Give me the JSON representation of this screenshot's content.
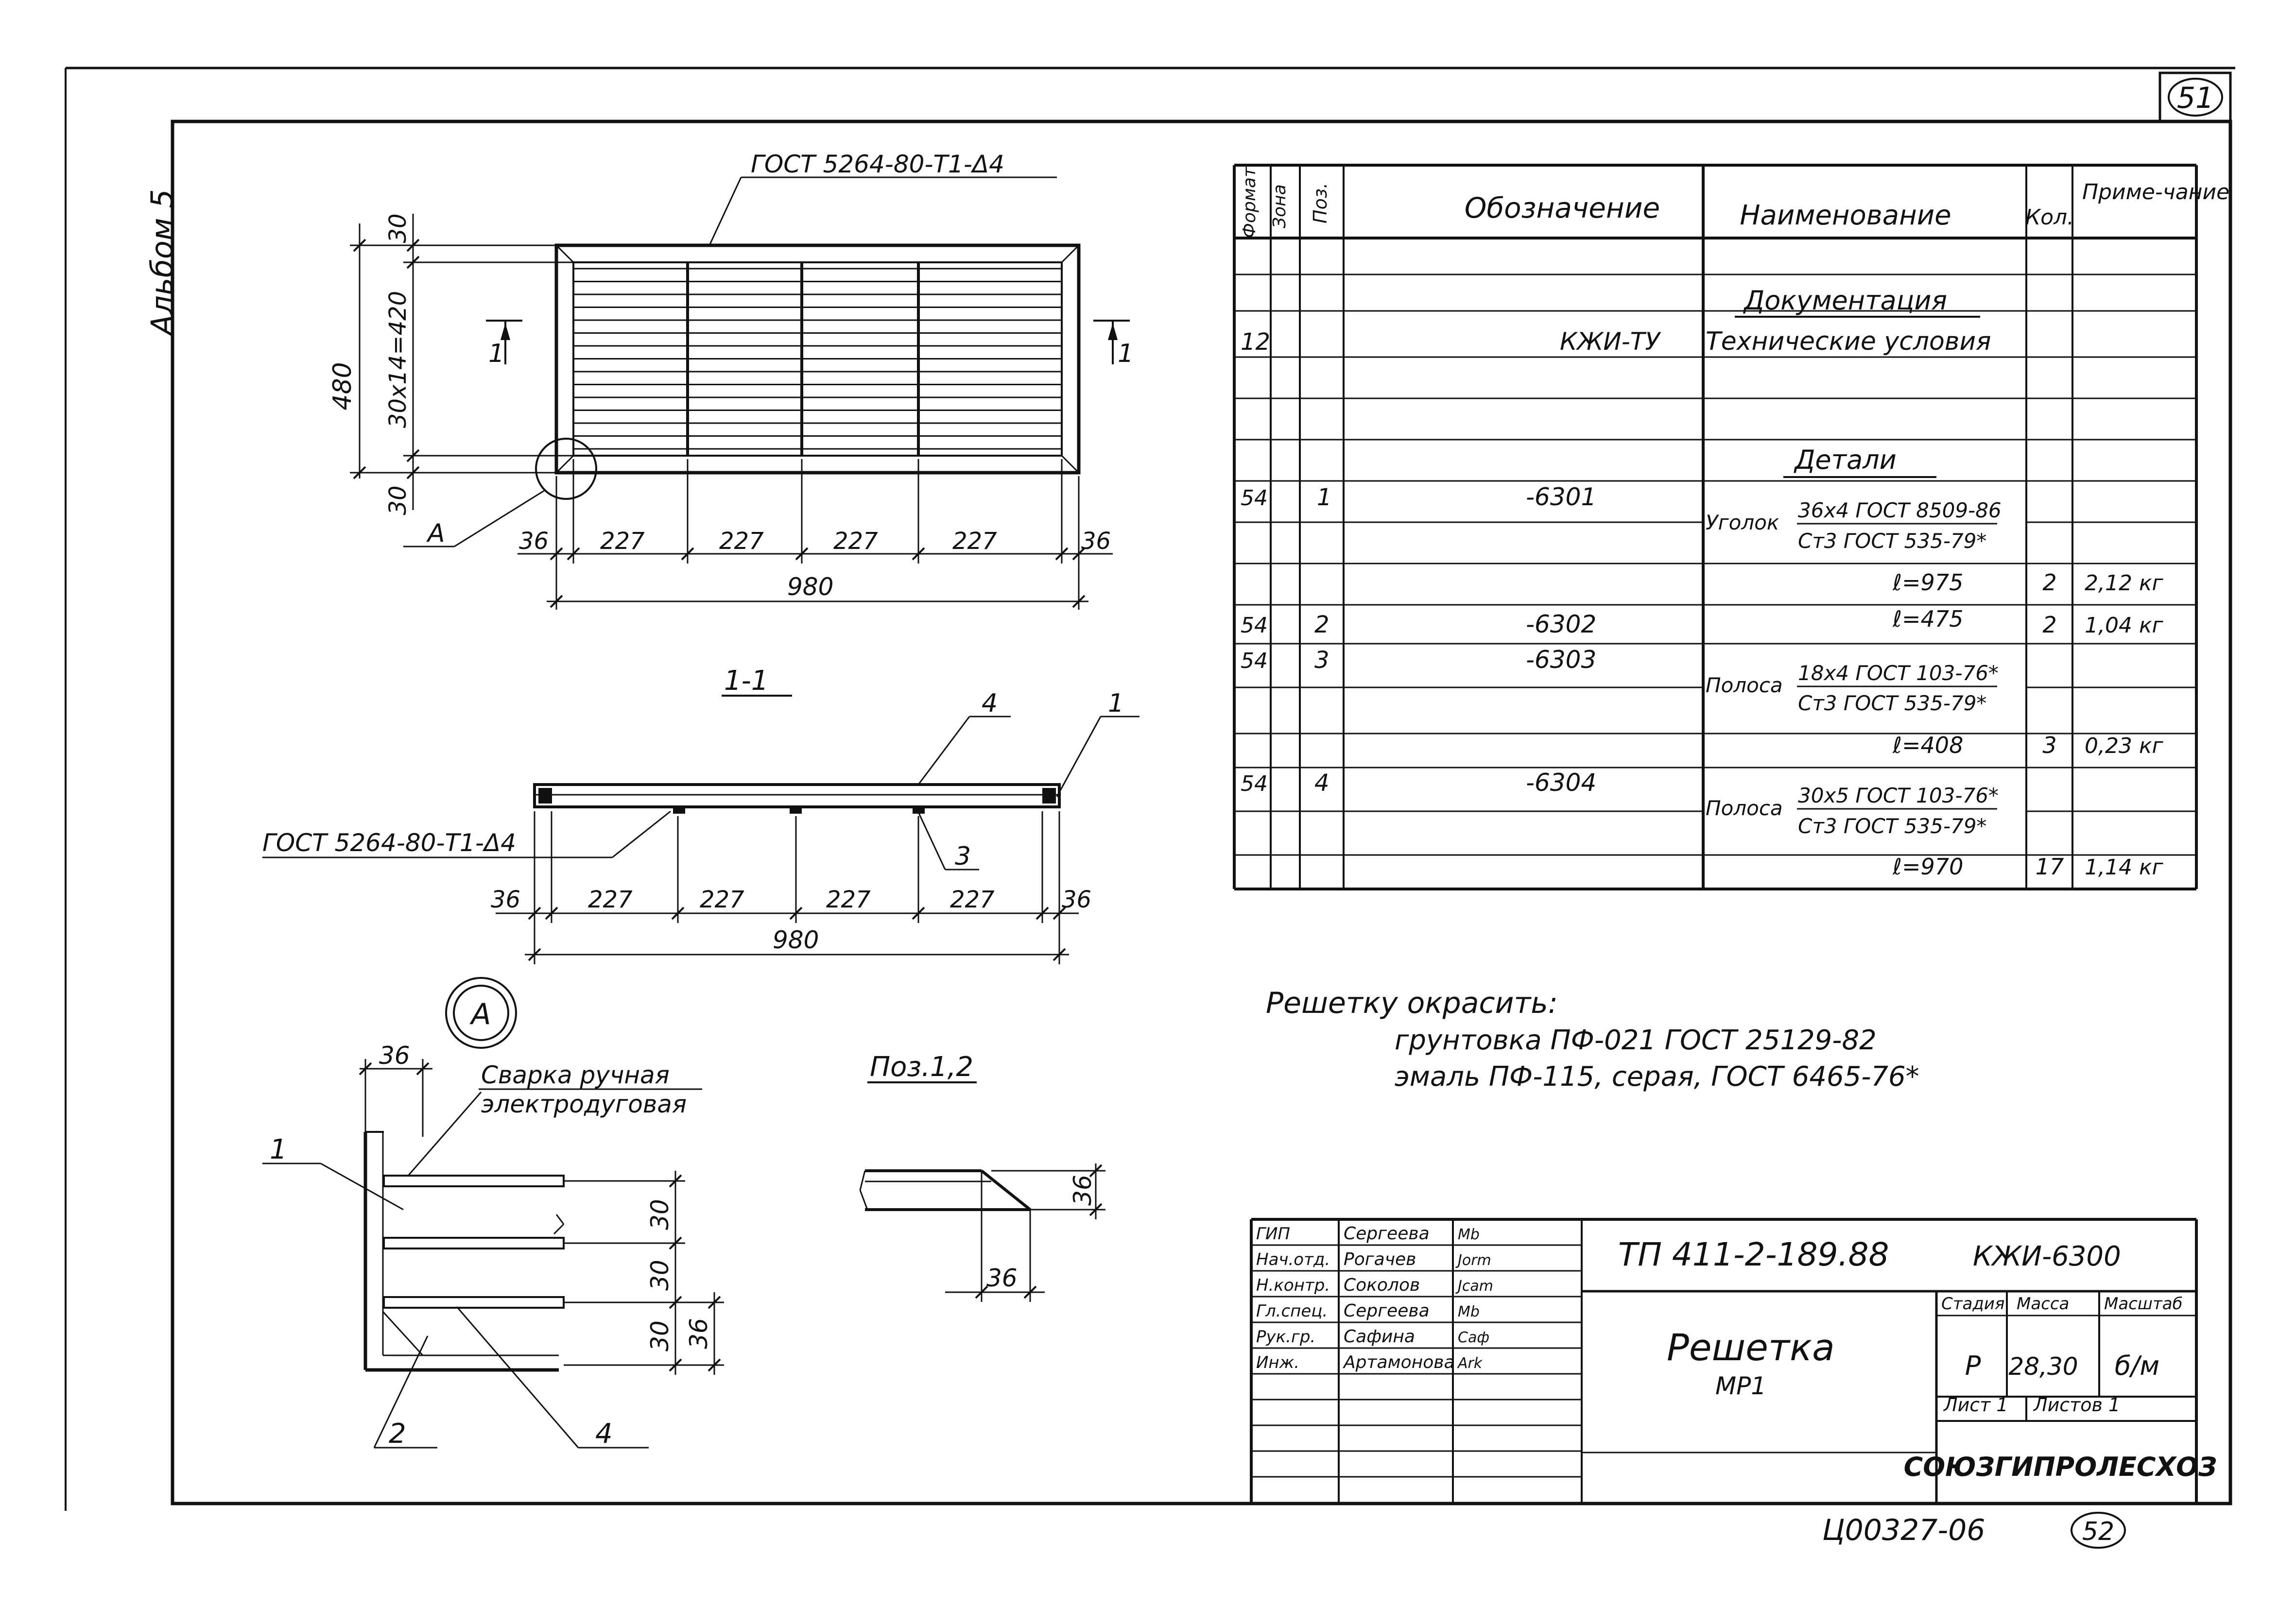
{
  "margin": {
    "album": "Альбом 5",
    "sheet_no_top": "51",
    "sheet_no_bottom": "52",
    "archive_no": "Ц00327-06"
  },
  "plan": {
    "weld_label_top": "ГОСТ 5264-80-Т1-Δ4",
    "dim_top": "30",
    "dim_mid": "30х14=420",
    "dim_bottom": "30",
    "dim_height": "480",
    "dim_end": "36",
    "dim_span": "227",
    "dim_total": "980",
    "section_mark": "1",
    "detail_mark": "А"
  },
  "section": {
    "title": "1-1",
    "weld_label": "ГОСТ 5264-80-Т1-Δ4",
    "pos_4": "4",
    "pos_1": "1",
    "pos_3": "3",
    "dim_end": "36",
    "dim_span": "227",
    "dim_total": "980"
  },
  "detail_a": {
    "circle_label": "А",
    "note_1": "Сварка ручная",
    "note_2": "электродуговая",
    "dim_36": "36",
    "dim_30": "30",
    "pos_1": "1",
    "pos_2": "2",
    "pos_4": "4"
  },
  "poz12": {
    "title": "Поз.1,2",
    "dim_36": "36"
  },
  "spec": {
    "headers": {
      "format": "Формат",
      "zone": "Зона",
      "pos": "Поз.",
      "designation": "Обозначение",
      "name": "Наименование",
      "qty": "Кол.",
      "note": "Приме-чание"
    },
    "section_docs": "Документация",
    "docs_row": {
      "format": "12",
      "designation": "КЖИ-ТУ",
      "name": "Технические условия"
    },
    "section_parts": "Детали",
    "rows": [
      {
        "format": "54",
        "pos": "1",
        "designation": "-6301",
        "name_prefix": "Уголок",
        "name_top": "36х4 ГОСТ 8509-86",
        "name_bottom": "Ст3 ГОСТ 535-79*",
        "length": "ℓ=975",
        "qty": "2",
        "note": "2,12 кг"
      },
      {
        "format": "54",
        "pos": "2",
        "designation": "-6302",
        "length": "ℓ=475",
        "qty": "2",
        "note": "1,04 кг"
      },
      {
        "format": "54",
        "pos": "3",
        "designation": "-6303",
        "name_prefix": "Полоса",
        "name_top": "18х4 ГОСТ 103-76*",
        "name_bottom": "Ст3 ГОСТ 535-79*",
        "length": "ℓ=408",
        "qty": "3",
        "note": "0,23 кг"
      },
      {
        "format": "54",
        "pos": "4",
        "designation": "-6304",
        "name_prefix": "Полоса",
        "name_top": "30х5 ГОСТ 103-76*",
        "name_bottom": "Ст3 ГОСТ 535-79*",
        "length": "ℓ=970",
        "qty": "17",
        "note": "1,14 кг"
      }
    ]
  },
  "paint_note": {
    "line1": "Решетку окрасить:",
    "line2": "грунтовка ПФ-021 ГОСТ 25129-82",
    "line3": "эмаль ПФ-115, серая, ГОСТ 6465-76*"
  },
  "title_block": {
    "people": [
      {
        "role": "ГИП",
        "name": "Сергеева",
        "sign": "Mb"
      },
      {
        "role": "Нач.отд.",
        "name": "Рогачев",
        "sign": "Jorm"
      },
      {
        "role": "Н.контр.",
        "name": "Соколов",
        "sign": "Jcam"
      },
      {
        "role": "Гл.спец.",
        "name": "Сергеева",
        "sign": "Mb"
      },
      {
        "role": "Рук.гр.",
        "name": "Сафина",
        "sign": "Caф"
      },
      {
        "role": "Инж.",
        "name": "Артамонова",
        "sign": "Ark"
      }
    ],
    "project": "ТП 411-2-189.88",
    "code": "КЖИ-6300",
    "item_name": "Решетка",
    "item_mark": "МР1",
    "stage_label": "Стадия",
    "mass_label": "Масса",
    "scale_label": "Масштаб",
    "stage": "Р",
    "mass": "28,30",
    "scale": "б/м",
    "sheet": "Лист 1",
    "sheets": "Листов 1",
    "org": "СОЮЗГИПРОЛЕСХОЗ"
  }
}
